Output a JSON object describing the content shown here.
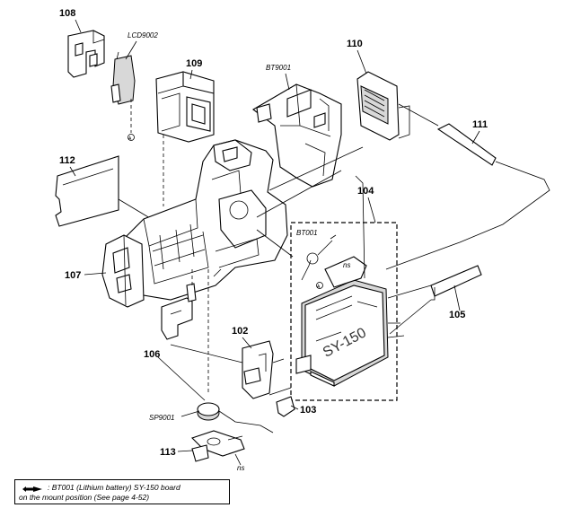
{
  "labels": {
    "p108": "108",
    "lcd9002": "LCD9002",
    "p109": "109",
    "bt9001": "BT9001",
    "p110": "110",
    "p111": "111",
    "p112": "112",
    "p104": "104",
    "bt001": "BT001",
    "ns1": "ns",
    "p107": "107",
    "sy150": "SY-150",
    "p105": "105",
    "p102": "102",
    "p106": "106",
    "sp9001": "SP9001",
    "p103": "103",
    "p113": "113",
    "ns2": "ns",
    "markA1": "A",
    "markA2": "A"
  },
  "note": {
    "line1": ": BT001 (Lithium battery) SY-150 board",
    "line2": "on the mount position  (See page 4-52)"
  }
}
